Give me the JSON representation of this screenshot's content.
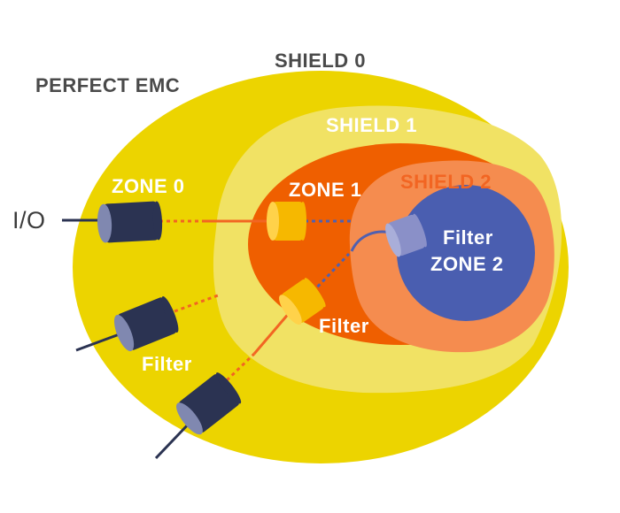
{
  "labels": {
    "perfect_emc": "PERFECT EMC",
    "shield0": "SHIELD 0",
    "shield1": "SHIELD 1",
    "shield2": "SHIELD 2",
    "zone0": "ZONE 0",
    "zone1": "ZONE 1",
    "zone2_filter": "Filter",
    "zone2": "ZONE 2",
    "io": "I/O",
    "filter_zone1": "Filter",
    "filter_zone0": "Filter"
  },
  "colors": {
    "shield0": "#ecd400",
    "shield1": "#f1e264",
    "zone1": "#ef5f00",
    "shield2": "#f58c4f",
    "zone2": "#4a5eb0",
    "connector_dark": "#2b3352",
    "connector_face": "#8088b0",
    "filter_yellow": "#f6b800",
    "filter_face": "#ffd24a",
    "filter_blue": "#8a90c8",
    "filter_blue_face": "#a9aed9",
    "wire_orange": "#f26522",
    "wire_blue": "#5060b0"
  }
}
